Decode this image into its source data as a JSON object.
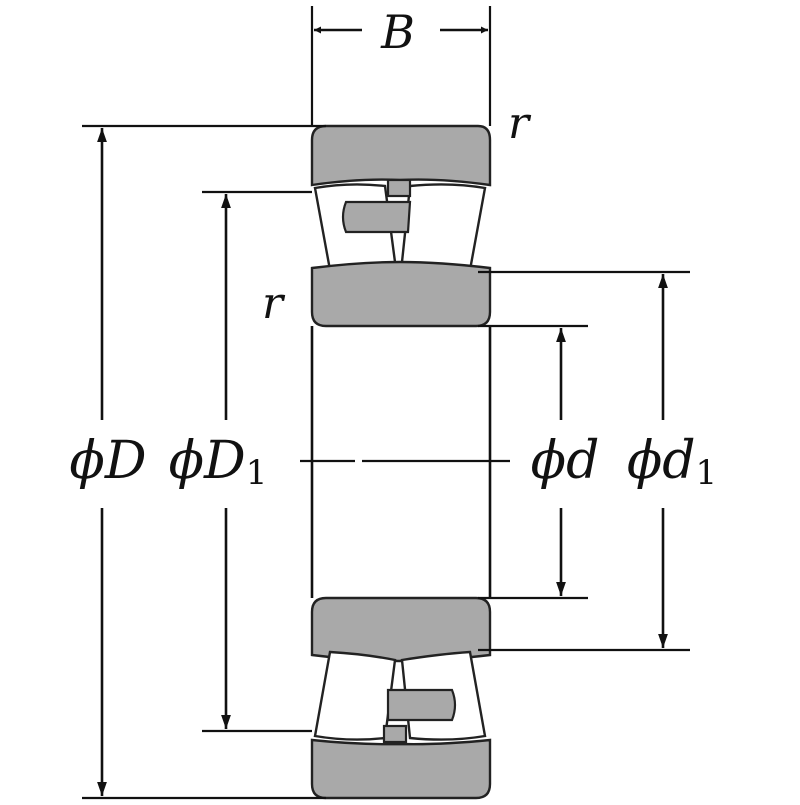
{
  "labels": {
    "width": "B",
    "radius_top": "r",
    "radius_inner": "r",
    "outer_diameter": "ϕD",
    "raceway_diameter": "ϕD",
    "raceway_diameter_sub": "1",
    "bore_diameter": "ϕd",
    "inner_shoulder_diameter": "ϕd",
    "inner_shoulder_diameter_sub": "1"
  },
  "icons": {
    "arrow": "arrowhead",
    "bearing": "spherical-roller-bearing-cross-section"
  }
}
